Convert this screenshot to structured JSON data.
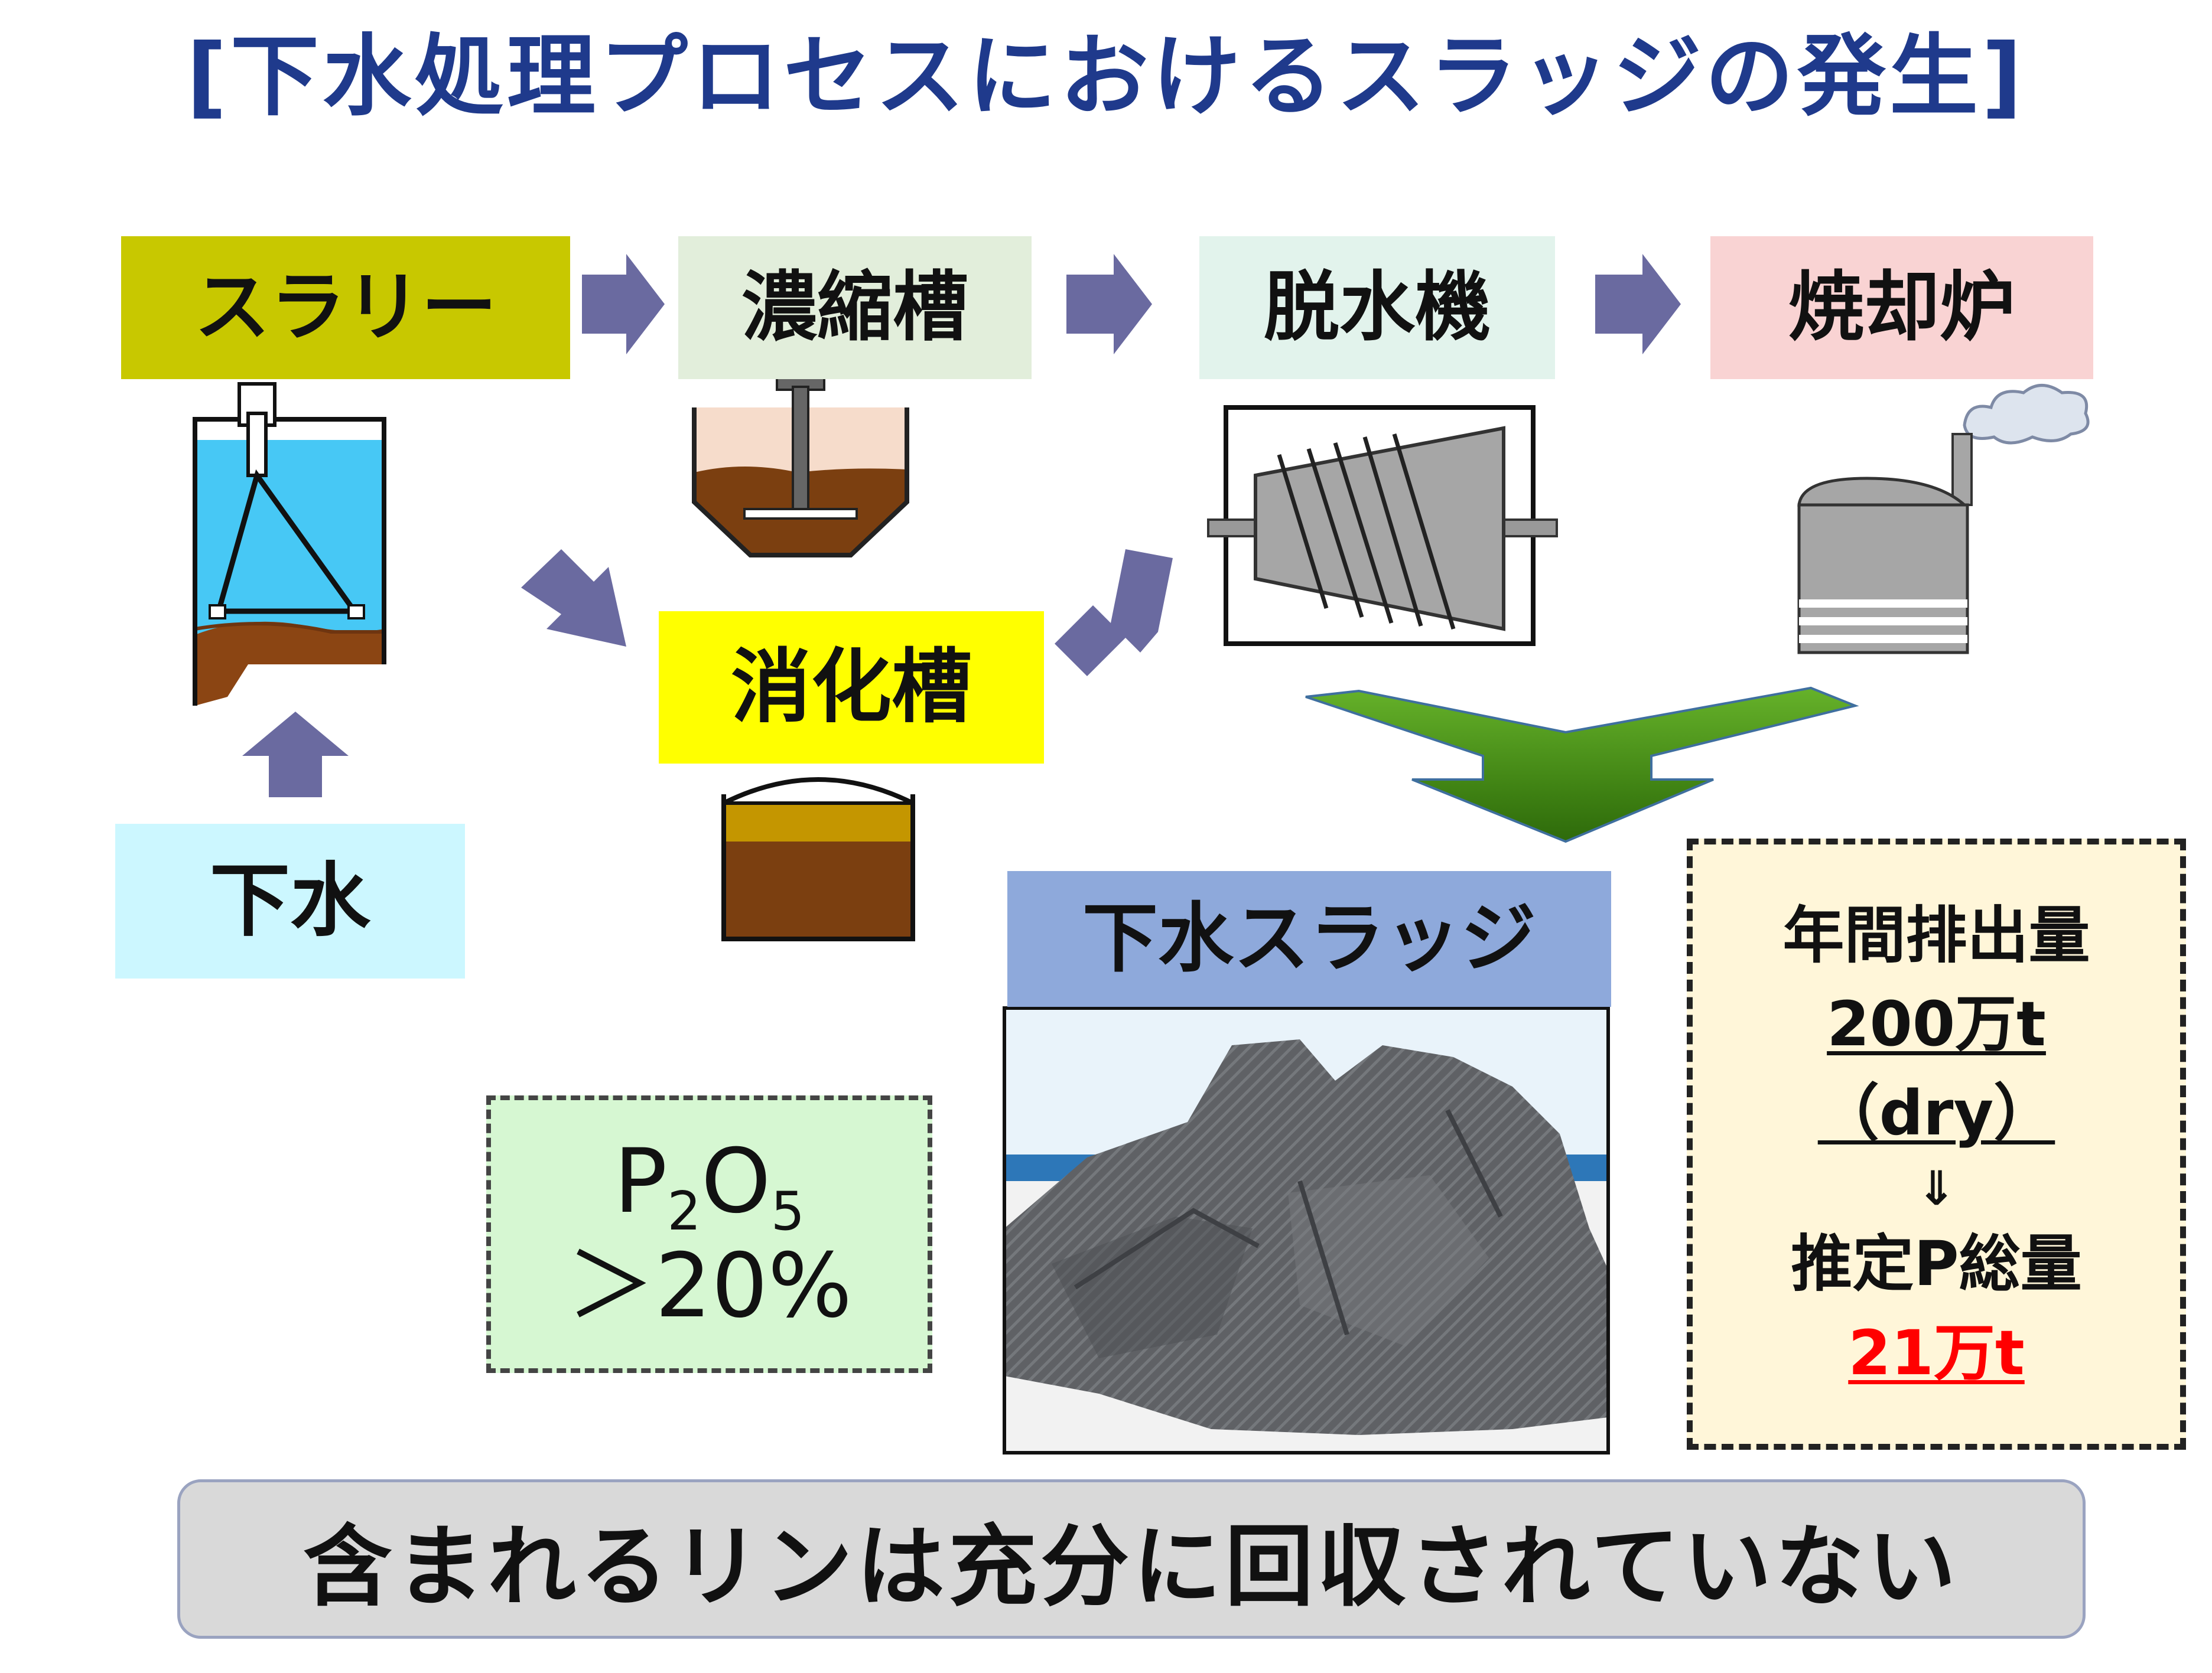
{
  "title": "[下水処理プロセスにおけるスラッジの発生]",
  "stages": {
    "slurry": "スラリー",
    "thickener": "濃縮槽",
    "dehydrator": "脱水機",
    "incinerator": "焼却炉",
    "digester": "消化槽",
    "sewage": "下水",
    "sludge": "下水スラッジ"
  },
  "composition": {
    "formula_p": "P",
    "formula_sub1": "2",
    "formula_o": "O",
    "formula_sub2": "5",
    "amount": "＞20%"
  },
  "annual": {
    "label": "年間排出量",
    "value": "200万t",
    "basis": "（dry）",
    "arrow": "⇓",
    "p_label": "推定P総量",
    "p_value": "21万t"
  },
  "conclusion": "含まれるリンは充分に回収されていない",
  "colors": {
    "title": "#1f3a8c",
    "slurry_bg": "#c8c800",
    "thickener_bg": "#e2eedb",
    "dehydrator_bg": "#e2f3ec",
    "incinerator_bg": "#f9d3d3",
    "digester_bg": "#ffff00",
    "sewage_bg": "#ccf7ff",
    "sludge_bg": "#8ea9db",
    "arrow": "#6a6aa0",
    "sludge_arrow": "#5a9c1a",
    "highlight": "#ff0000"
  }
}
